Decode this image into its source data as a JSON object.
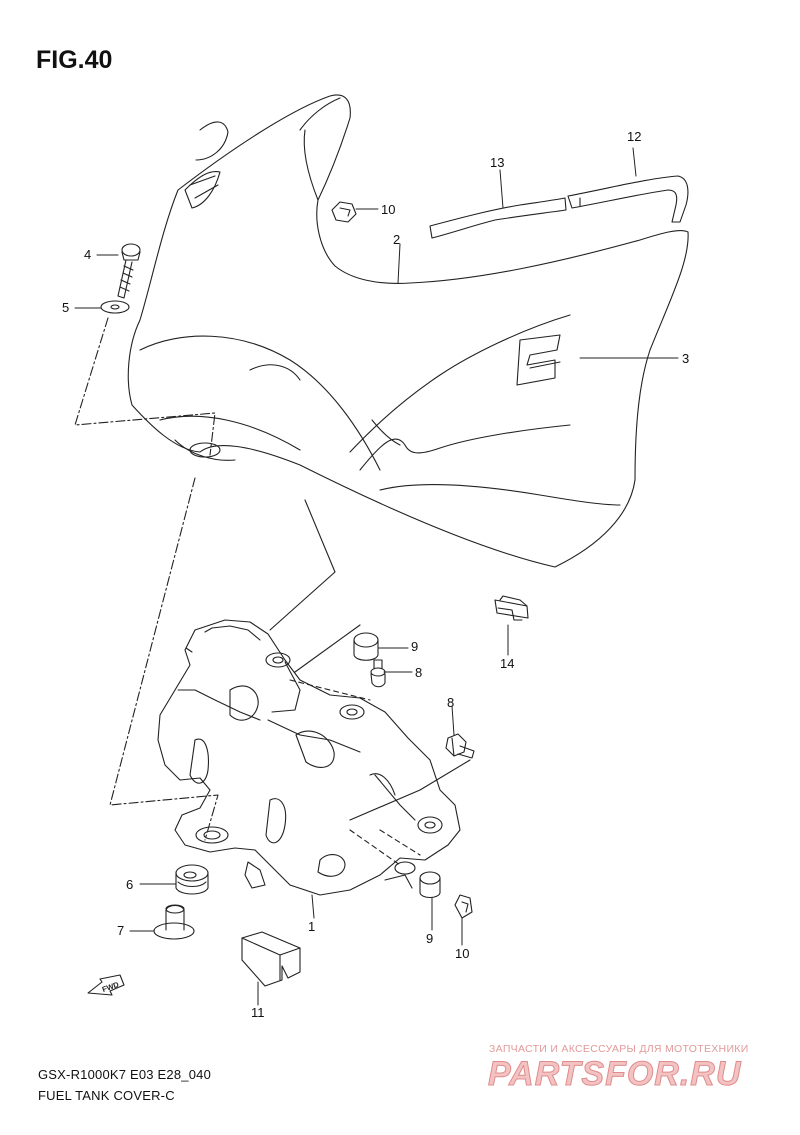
{
  "figure": {
    "title": "FIG.40"
  },
  "callouts": [
    {
      "id": "c1",
      "label": "1"
    },
    {
      "id": "c2",
      "label": "2"
    },
    {
      "id": "c3",
      "label": "3"
    },
    {
      "id": "c4",
      "label": "4"
    },
    {
      "id": "c5",
      "label": "5"
    },
    {
      "id": "c6",
      "label": "6"
    },
    {
      "id": "c7",
      "label": "7"
    },
    {
      "id": "c8a",
      "label": "8"
    },
    {
      "id": "c8b",
      "label": "8"
    },
    {
      "id": "c9a",
      "label": "9"
    },
    {
      "id": "c9b",
      "label": "9"
    },
    {
      "id": "c10a",
      "label": "10"
    },
    {
      "id": "c10b",
      "label": "10"
    },
    {
      "id": "c11",
      "label": "11"
    },
    {
      "id": "c12",
      "label": "12"
    },
    {
      "id": "c13",
      "label": "13"
    },
    {
      "id": "c14",
      "label": "14"
    }
  ],
  "fwd_arrow": {
    "label": "FWD",
    "icon": "fwd-arrow-icon"
  },
  "footer": {
    "model_code": "GSX-R1000K7 E03 E28_040",
    "caption": "FUEL TANK COVER-C"
  },
  "watermark": {
    "tagline": "ЗАПЧАСТИ И АКСЕССУАРЫ ДЛЯ МОТОТЕХНИКИ",
    "logo": "PARTSFOR.RU",
    "color": "#e08c8c"
  },
  "colors": {
    "line": "#222222",
    "background": "#ffffff"
  }
}
